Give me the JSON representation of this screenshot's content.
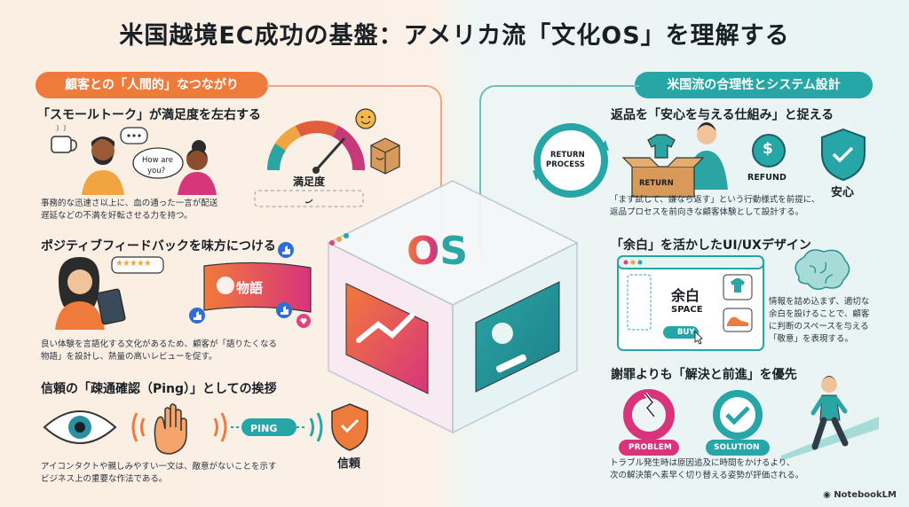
{
  "title": "米国越境EC成功の基盤：アメリカ流「文化OS」を理解する",
  "left_section": {
    "label": "顧客との「人間的」なつながり",
    "blocks": [
      {
        "heading": "「スモールトーク」が満足度を左右する",
        "bubble_text_1": "How are",
        "bubble_text_2": "you?",
        "gauge_label": "満足度",
        "text_1": "事務的な迅速さ以上に、血の通った一言が配送",
        "text_2": "遅延などの不満を好転させる力を持つ。"
      },
      {
        "heading": "ポジティブフィードバックを味方につける",
        "stars": "★★★★★",
        "card_label": "物語",
        "text_1": "良い体験を言語化する文化があるため、顧客が「語りたくなる",
        "text_2": "物語」を設計し、熱量の高いレビューを促す。"
      },
      {
        "heading": "信頼の「疎通確認（Ping）」としての挨拶",
        "ping_label": "PING",
        "trust_label": "信頼",
        "text_1": "アイコンタクトや親しみやすい一文は、敵意がないことを示す",
        "text_2": "ビジネス上の重要な作法である。"
      }
    ]
  },
  "center": {
    "os_label": "OS"
  },
  "right_section": {
    "label": "米国流の合理性とシステム設計",
    "blocks": [
      {
        "heading": "返品を「安心を与える仕組み」と捉える",
        "return_process_1": "RETURN",
        "return_process_2": "PROCESS",
        "box_label": "RETURN",
        "refund_label": "REFUND",
        "dollar": "$",
        "anshin_label": "安心",
        "text_1": "「まず試して、嫌なら返す」という行動様式を前提に、",
        "text_2": "返品プロセスを前向きな顧客体験として設計する。"
      },
      {
        "heading": "「余白」を活かしたUI/UXデザイン",
        "yohaku": "余白",
        "space": "SPACE",
        "buy": "BUY",
        "text_1": "情報を詰め込まず、適切な",
        "text_2": "余白を設けることで、顧客",
        "text_3": "に判断のスペースを与える",
        "text_4": "「敬意」を表現する。"
      },
      {
        "heading": "謝罪よりも「解決と前進」を優先",
        "problem": "PROBLEM",
        "solution": "SOLUTION",
        "text_1": "トラブル発生時は原因追及に時間をかけるより、",
        "text_2": "次の解決策へ素早く切り替える姿勢が評価される。"
      }
    ]
  },
  "brand": "NotebookLM",
  "colors": {
    "orange": "#ee7a3b",
    "teal": "#26a6a6",
    "pink": "#e0447a"
  }
}
